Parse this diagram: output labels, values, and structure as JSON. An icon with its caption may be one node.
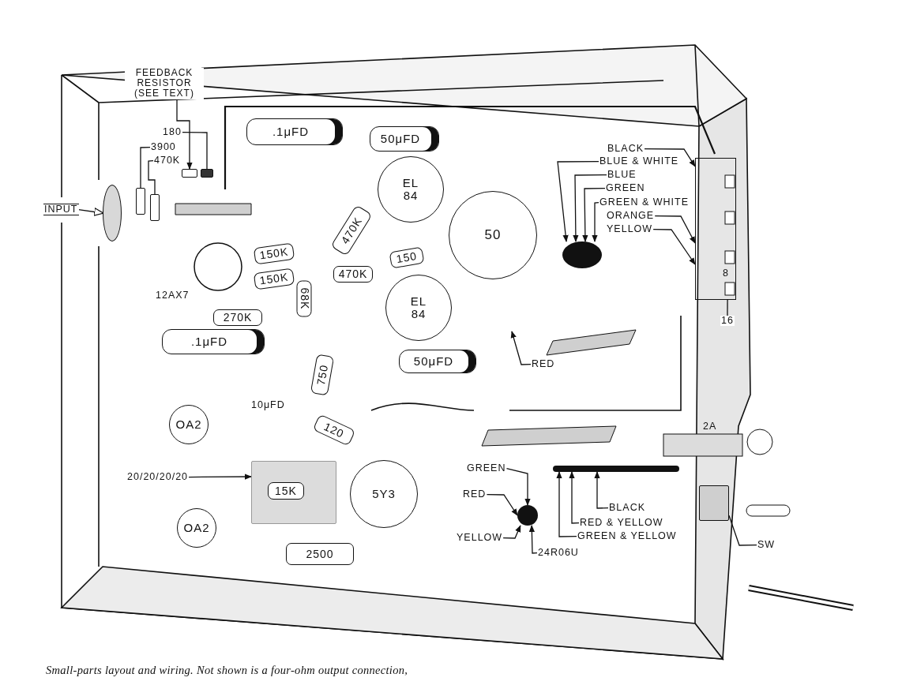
{
  "diagram": {
    "caption": "Small-parts layout and wiring. Not shown is a four-ohm output connection,",
    "nodes": [
      {
        "text": [
          ".1μFD"
        ]
      },
      {
        "text": [
          "50μFD"
        ]
      },
      {
        "text": [
          "EL 84"
        ]
      },
      {
        "text": [
          "470K"
        ]
      },
      {
        "text": [
          "50"
        ]
      },
      {
        "text": [
          "150K"
        ]
      },
      {
        "text": [
          "150K"
        ]
      },
      {
        "text": [
          "470K"
        ]
      },
      {
        "text": [
          "150"
        ]
      },
      {
        "text": [
          "68K"
        ]
      },
      {
        "text": [
          "EL 84"
        ]
      },
      {
        "text": [
          "270K"
        ]
      },
      {
        "text": [
          ".1μFD"
        ]
      },
      {
        "text": [
          "50μFD"
        ]
      },
      {
        "text": [
          "750"
        ]
      },
      {
        "text": [
          "OA2"
        ]
      },
      {
        "text": [
          "120"
        ]
      },
      {
        "text": [],
        "shape": "box"
      },
      {
        "text": [
          "15K"
        ],
        "in": 17
      },
      {
        "text": [
          "5Y3"
        ]
      },
      {
        "text": [
          "OA2"
        ]
      },
      {
        "text": [
          "2500"
        ]
      },
      {
        "text": [
          "FEEDBACK RESISTOR (SEE TEXT)"
        ]
      },
      {
        "text": [
          "180"
        ]
      },
      {
        "text": [
          "3900"
        ]
      },
      {
        "text": [
          "470K"
        ]
      },
      {
        "text": [
          "INPUT"
        ]
      },
      {
        "text": [
          "RED"
        ]
      },
      {
        "text": [
          "BLACK"
        ]
      },
      {
        "text": [
          "BLUE & WHITE"
        ]
      },
      {
        "text": [
          "BLUE"
        ]
      },
      {
        "text": [
          "GREEN"
        ]
      },
      {
        "text": [
          "GREEN & WHITE"
        ]
      },
      {
        "text": [
          "ORANGE"
        ]
      },
      {
        "text": [
          "YELLOW"
        ]
      },
      {
        "text": [
          "16"
        ]
      },
      {
        "text": [
          "20/20/20/20"
        ]
      },
      {
        "text": [
          "GREEN"
        ]
      },
      {
        "text": [
          "RED"
        ]
      },
      {
        "text": [
          "YELLOW"
        ]
      },
      {
        "text": [
          "24R06U"
        ]
      },
      {
        "text": [
          "BLACK"
        ]
      },
      {
        "text": [
          "RED & YELLOW"
        ]
      },
      {
        "text": [
          "GREEN & YELLOW"
        ]
      },
      {
        "text": [
          "SW"
        ]
      },
      {
        "text": [],
        "shape": "box"
      },
      {
        "text": [],
        "shape": "box"
      },
      {
        "text": [],
        "shape": "box"
      },
      {
        "text": [],
        "shape": "box"
      },
      {
        "text": [],
        "shape": "circle"
      },
      {
        "text": [],
        "shape": "circle"
      },
      {
        "text": [
          "8"
        ]
      },
      {
        "text": [],
        "shape": "circle"
      },
      {
        "text": [],
        "shape": "bar"
      },
      {
        "text": [],
        "shape": "box"
      }
    ],
    "edges": [
      {
        "from": 22,
        "to": 45,
        "arrow": "to"
      },
      {
        "from": 23,
        "to": 46,
        "arrow": "none"
      },
      {
        "from": 24,
        "to": 47,
        "arrow": "none"
      },
      {
        "from": 25,
        "to": 48,
        "arrow": "none"
      },
      {
        "from": 26,
        "to": 49,
        "arrow": "to"
      },
      {
        "from": 27,
        "to": null,
        "arrow": "to"
      },
      {
        "from": 28,
        "to": 51,
        "arrow": "to"
      },
      {
        "from": 29,
        "to": 50,
        "arrow": "to"
      },
      {
        "from": 30,
        "to": 50,
        "arrow": "to"
      },
      {
        "from": 31,
        "to": 50,
        "arrow": "to"
      },
      {
        "from": 32,
        "to": 50,
        "arrow": "to"
      },
      {
        "from": 33,
        "to": 51,
        "arrow": "to"
      },
      {
        "from": 34,
        "to": 51,
        "arrow": "to"
      },
      {
        "from": 35,
        "to": 51,
        "arrow": "none"
      },
      {
        "from": 36,
        "to": 17,
        "arrow": "to"
      },
      {
        "from": 37,
        "to": 52,
        "arrow": "to"
      },
      {
        "from": 38,
        "to": 52,
        "arrow": "to"
      },
      {
        "from": 39,
        "to": 52,
        "arrow": "to"
      },
      {
        "from": 40,
        "to": 52,
        "arrow": "to"
      },
      {
        "from": 41,
        "to": 53,
        "arrow": "to"
      },
      {
        "from": 42,
        "to": 53,
        "arrow": "to"
      },
      {
        "from": 43,
        "to": 53,
        "arrow": "to"
      },
      {
        "from": 44,
        "to": 54,
        "arrow": "none"
      }
    ],
    "labels": [
      "12AX7",
      "10μFD",
      "2A"
    ]
  }
}
